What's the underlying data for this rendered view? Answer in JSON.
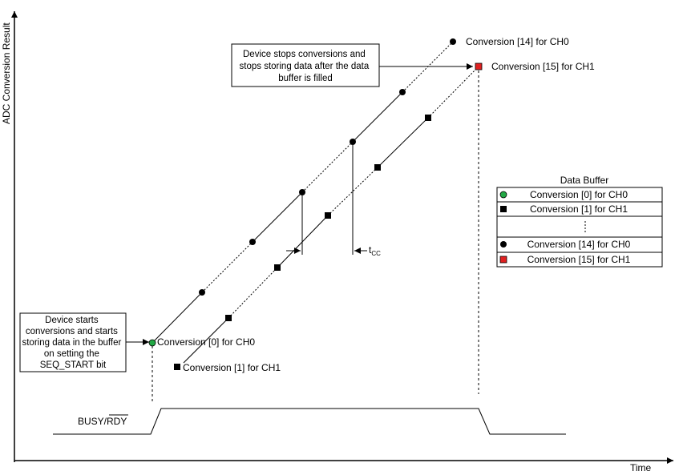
{
  "axes": {
    "y_label": "ADC Conversion Result",
    "x_label": "Time"
  },
  "annotations": {
    "start_box": [
      "Device starts",
      "conversions and starts",
      "storing data in the buffer",
      "on setting the",
      "SEQ_START bit"
    ],
    "stop_box": [
      "Device stops conversions and",
      "stops storing data after the data",
      "buffer is filled"
    ]
  },
  "point_labels": {
    "ch0_first": "Conversion [0] for CH0",
    "ch1_first": "Conversion [1] for CH1",
    "ch0_last": "Conversion [14] for CH0",
    "ch1_last": "Conversion [15] for CH1"
  },
  "tcc": {
    "main": "t",
    "sub": "CC"
  },
  "busy_label": {
    "busy": "BUSY/",
    "rdy": "RDY"
  },
  "data_buffer": {
    "title": "Data Buffer",
    "rows": [
      {
        "text": "Conversion [0] for CH0",
        "marker": "circle",
        "color": "#22a845"
      },
      {
        "text": "Conversion [1] for CH1",
        "marker": "square",
        "color": "#000000"
      },
      {
        "text": "",
        "marker": "ellipsis",
        "color": "#000000"
      },
      {
        "text": "Conversion [14] for CH0",
        "marker": "circle",
        "color": "#000000"
      },
      {
        "text": "Conversion [15] for CH1",
        "marker": "square",
        "color": "#e02020"
      }
    ]
  },
  "colors": {
    "first_sample": "#22a845",
    "last_sample": "#e02020",
    "line": "#000000"
  }
}
